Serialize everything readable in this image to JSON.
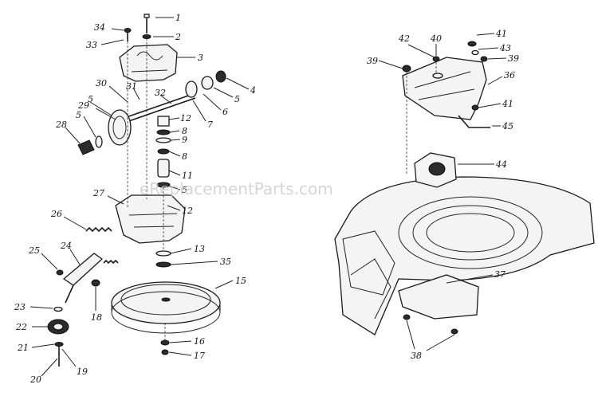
{
  "watermark": "eReplacementParts.com",
  "callouts": {
    "c1": "1",
    "c2": "2",
    "c3": "3",
    "c4": "4",
    "c5a": "5",
    "c5b": "5",
    "c5c": "5",
    "c5d": "5",
    "c6": "6",
    "c7": "7",
    "c8a": "8",
    "c8b": "8",
    "c9": "9",
    "c11": "11",
    "c12a": "12",
    "c12b": "12",
    "c13": "13",
    "c15": "15",
    "c16": "16",
    "c17": "17",
    "c18": "18",
    "c19": "19",
    "c20": "20",
    "c21": "21",
    "c22": "22",
    "c23": "23",
    "c24": "24",
    "c25": "25",
    "c26": "26",
    "c27": "27",
    "c28": "28",
    "c29": "29",
    "c30": "30",
    "c31": "31",
    "c32": "32",
    "c33": "33",
    "c34": "34",
    "c35": "35",
    "c36": "36",
    "c37": "37",
    "c38": "38",
    "c39a": "39",
    "c39b": "39",
    "c40": "40",
    "c41a": "41",
    "c41b": "41",
    "c42": "42",
    "c43": "43",
    "c44": "44",
    "c45": "45"
  }
}
